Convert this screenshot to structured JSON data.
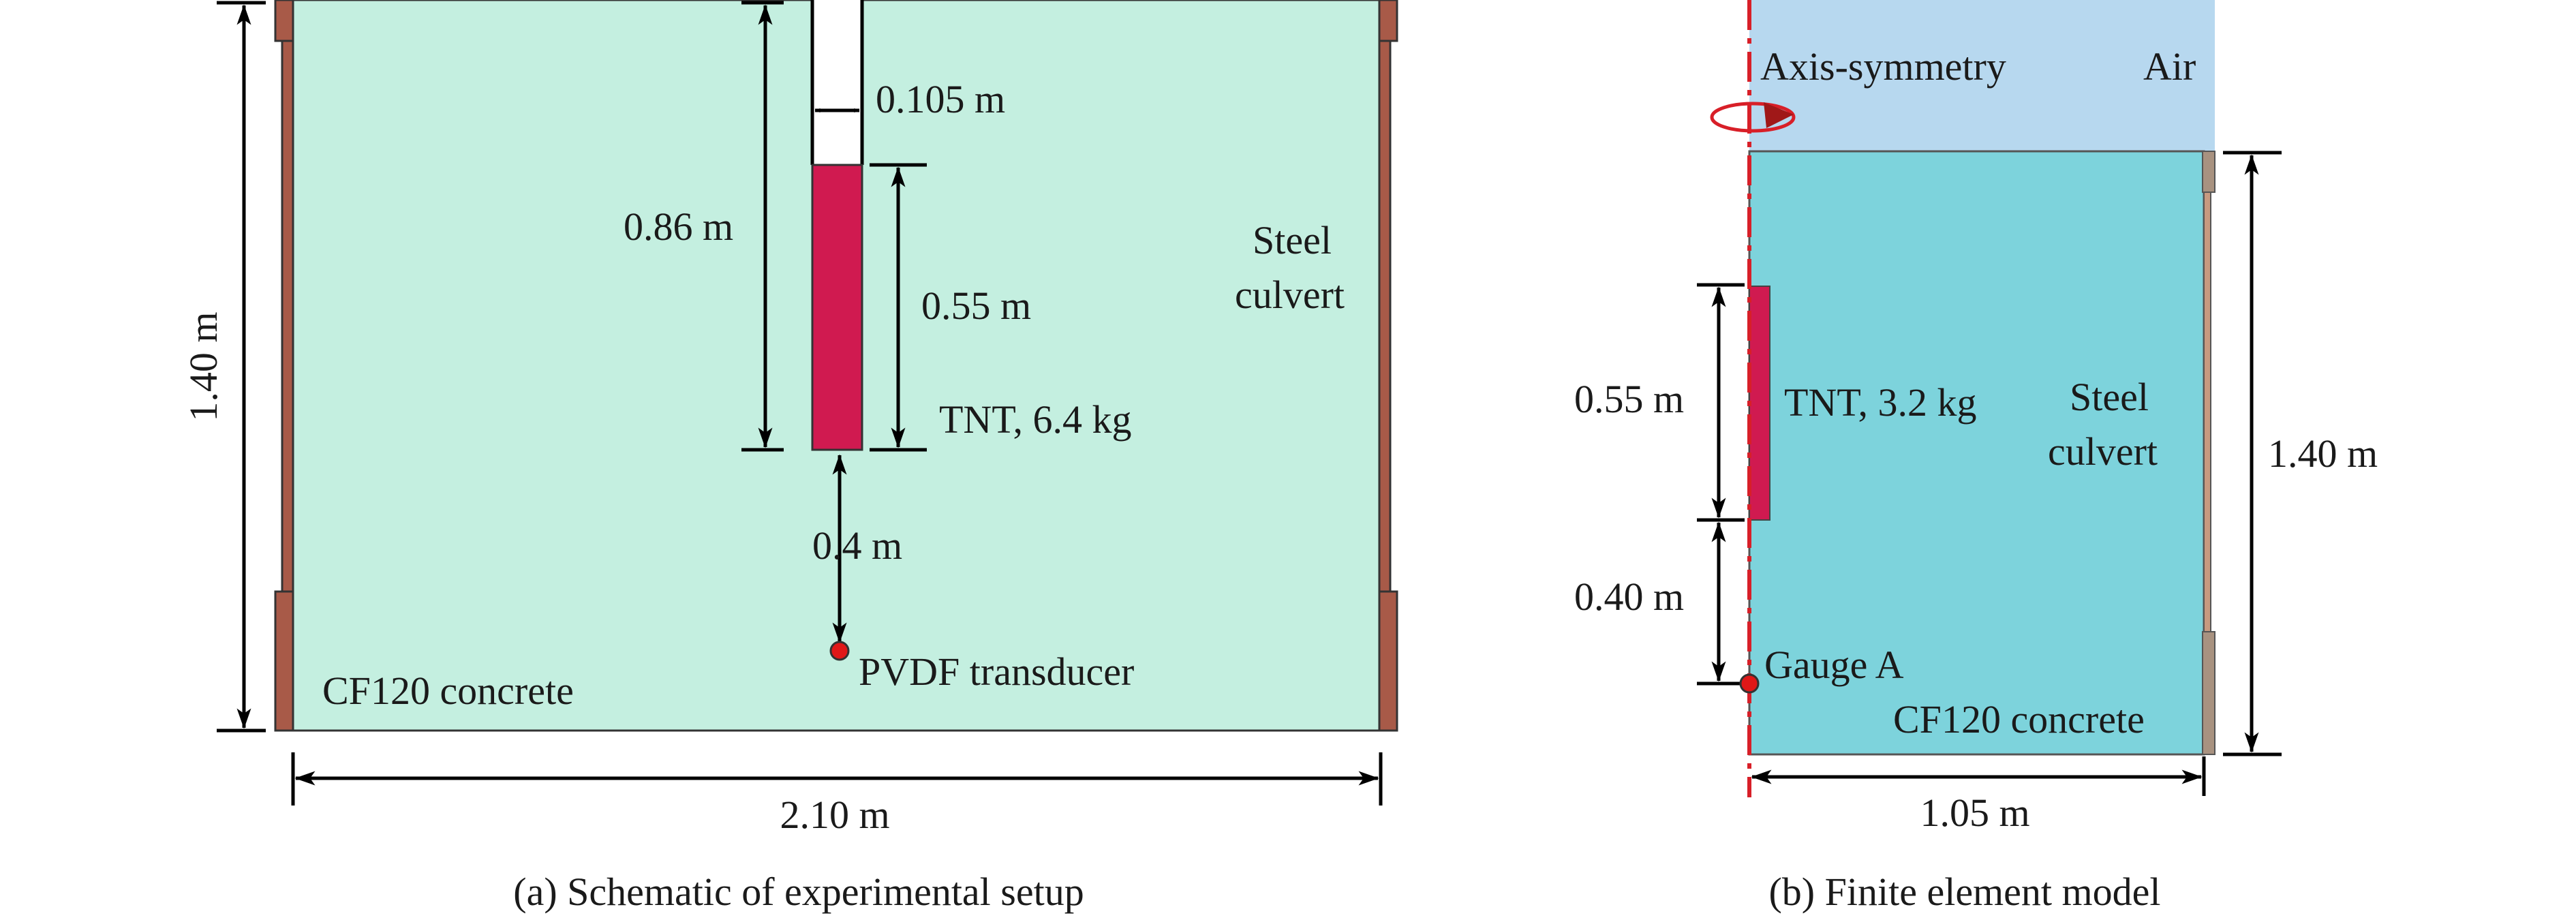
{
  "colors": {
    "concrete": "#c4efe0",
    "concrete_fe": "#7dd3dc",
    "air": "#b7d8ef",
    "steel": "#a85a48",
    "steel_light": "#c79a80",
    "tnt": "#d01a50",
    "axis": "#d81f28",
    "gauge": "#e01818"
  },
  "panel_a": {
    "caption": "(a) Schematic of experimental setup",
    "width_label": "2.10 m",
    "height_label": "1.40 m",
    "hole_width_label": "0.105 m",
    "hole_depth_label": "0.86 m",
    "charge_length_label": "0.55 m",
    "charge_label": "TNT, 6.4 kg",
    "standoff_label": "0.4 m",
    "transducer_label": "PVDF transducer",
    "concrete_label": "CF120 concrete",
    "steel_label_line1": "Steel",
    "steel_label_line2": "culvert"
  },
  "panel_b": {
    "caption": "(b) Finite element model",
    "axis_label": "Axis-symmetry",
    "air_label": "Air",
    "height_label": "1.40 m",
    "width_label": "1.05 m",
    "charge_length_label": "0.55 m",
    "charge_label": "TNT, 3.2 kg",
    "standoff_label": "0.40 m",
    "gauge_label": "Gauge A",
    "concrete_label": "CF120 concrete",
    "steel_label_line1": "Steel",
    "steel_label_line2": "culvert"
  }
}
